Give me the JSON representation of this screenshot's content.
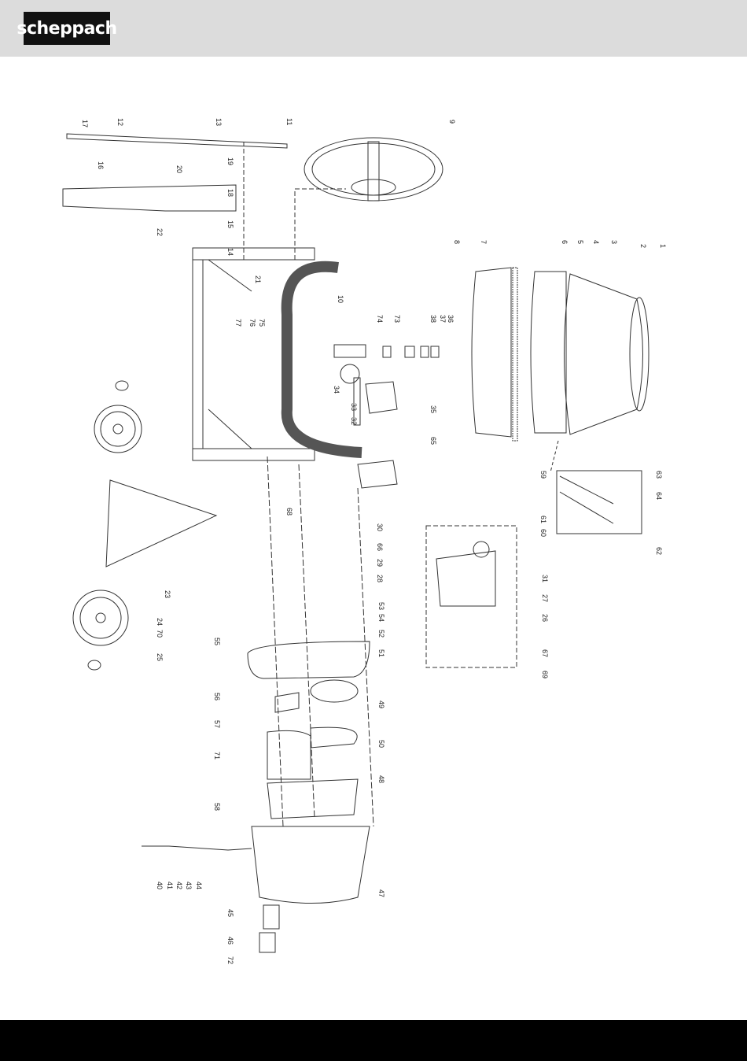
{
  "header": {
    "brand_logo_text": "scheppach",
    "background": "#dcdcdc"
  },
  "footer": {
    "background": "#000000"
  },
  "diagram": {
    "kind": "exploded-parts-view",
    "part_labels": [
      "1",
      "2",
      "3",
      "4",
      "5",
      "6",
      "7",
      "8",
      "9",
      "10",
      "11",
      "12",
      "13",
      "14",
      "15",
      "16",
      "17",
      "18",
      "19",
      "20",
      "21",
      "22",
      "23",
      "24",
      "25",
      "26",
      "27",
      "28",
      "29",
      "30",
      "31",
      "32",
      "33",
      "34",
      "35",
      "36",
      "37",
      "38",
      "40",
      "41",
      "42",
      "43",
      "44",
      "45",
      "46",
      "47",
      "48",
      "49",
      "50",
      "51",
      "52",
      "53",
      "54",
      "55",
      "56",
      "57",
      "58",
      "59",
      "60",
      "61",
      "62",
      "63",
      "64",
      "65",
      "66",
      "67",
      "68",
      "69",
      "70",
      "71",
      "72",
      "73",
      "74",
      "75",
      "76",
      "77"
    ]
  }
}
